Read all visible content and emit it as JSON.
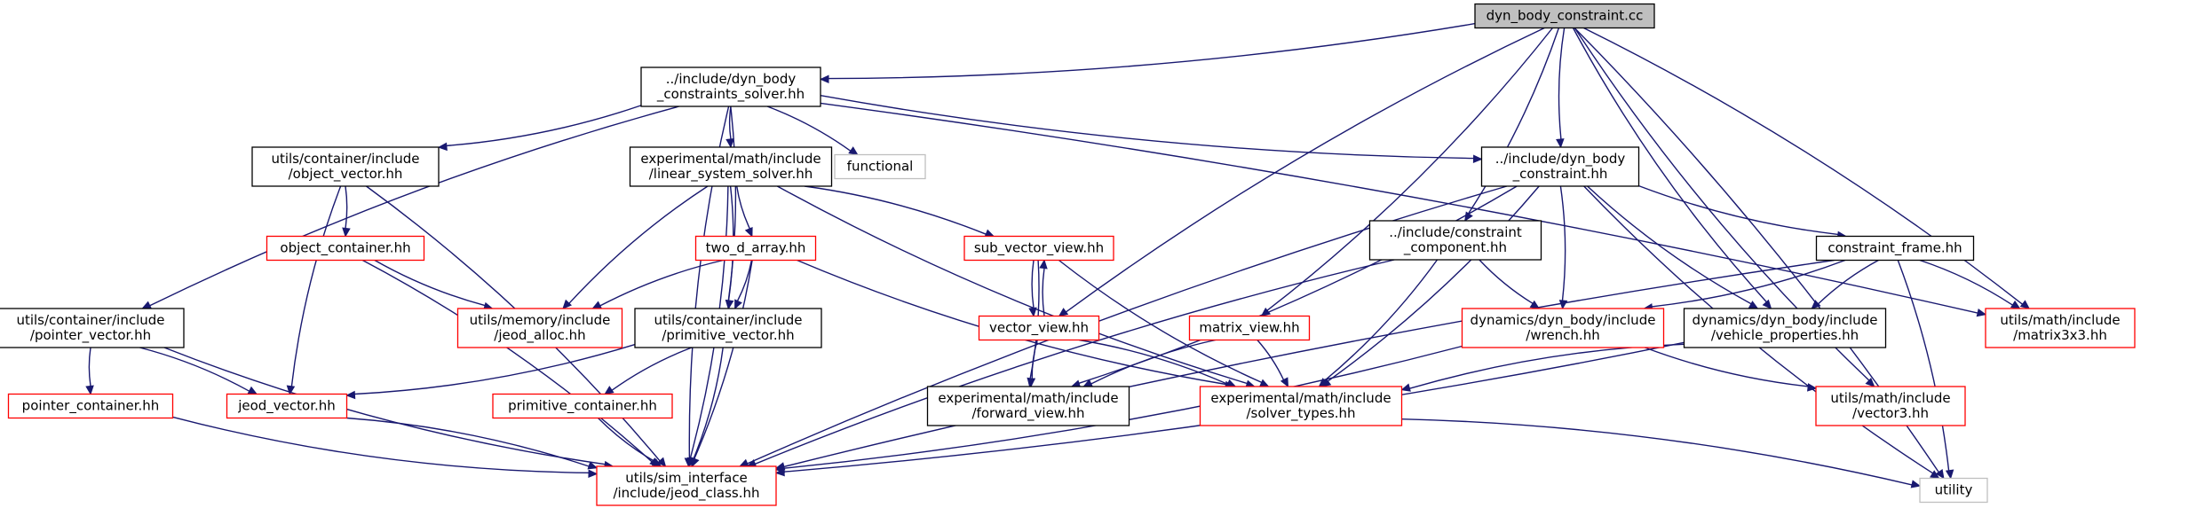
{
  "graph": {
    "colors": {
      "edge": "#191970",
      "root_fill": "#bfbfbf",
      "box_default": "#000000",
      "box_missing": "#ff0000",
      "box_external": "#bfbfbf"
    },
    "nodes": [
      {
        "id": "root",
        "lines": [
          "dyn_body_constraint.cc"
        ],
        "style": "root"
      },
      {
        "id": "dbcs",
        "lines": [
          "../include/dyn_body",
          "_constraints_solver.hh"
        ],
        "style": "default"
      },
      {
        "id": "dbc",
        "lines": [
          "../include/dyn_body",
          "_constraint.hh"
        ],
        "style": "default"
      },
      {
        "id": "ucov",
        "lines": [
          "utils/container/include",
          "/object_vector.hh"
        ],
        "style": "default"
      },
      {
        "id": "lss",
        "lines": [
          "experimental/math/include",
          "/linear_system_solver.hh"
        ],
        "style": "default"
      },
      {
        "id": "func",
        "lines": [
          "functional"
        ],
        "style": "external"
      },
      {
        "id": "cc",
        "lines": [
          "../include/constraint",
          "_component.hh"
        ],
        "style": "default"
      },
      {
        "id": "cf",
        "lines": [
          "constraint_frame.hh"
        ],
        "style": "default"
      },
      {
        "id": "oc",
        "lines": [
          "object_container.hh"
        ],
        "style": "missing"
      },
      {
        "id": "tda",
        "lines": [
          "two_d_array.hh"
        ],
        "style": "missing"
      },
      {
        "id": "svv",
        "lines": [
          "sub_vector_view.hh"
        ],
        "style": "missing"
      },
      {
        "id": "upv",
        "lines": [
          "utils/container/include",
          "/pointer_vector.hh"
        ],
        "style": "default"
      },
      {
        "id": "jalloc",
        "lines": [
          "utils/memory/include",
          "/jeod_alloc.hh"
        ],
        "style": "missing"
      },
      {
        "id": "uprim",
        "lines": [
          "utils/container/include",
          "/primitive_vector.hh"
        ],
        "style": "default"
      },
      {
        "id": "vv",
        "lines": [
          "vector_view.hh"
        ],
        "style": "missing"
      },
      {
        "id": "mv",
        "lines": [
          "matrix_view.hh"
        ],
        "style": "missing"
      },
      {
        "id": "wr",
        "lines": [
          "dynamics/dyn_body/include",
          "/wrench.hh"
        ],
        "style": "missing"
      },
      {
        "id": "vp",
        "lines": [
          "dynamics/dyn_body/include",
          "/vehicle_properties.hh"
        ],
        "style": "default"
      },
      {
        "id": "m3",
        "lines": [
          "utils/math/include",
          "/matrix3x3.hh"
        ],
        "style": "missing"
      },
      {
        "id": "pc",
        "lines": [
          "pointer_container.hh"
        ],
        "style": "missing"
      },
      {
        "id": "jv",
        "lines": [
          "jeod_vector.hh"
        ],
        "style": "missing"
      },
      {
        "id": "primc",
        "lines": [
          "primitive_container.hh"
        ],
        "style": "missing"
      },
      {
        "id": "fv",
        "lines": [
          "experimental/math/include",
          "/forward_view.hh"
        ],
        "style": "default"
      },
      {
        "id": "st",
        "lines": [
          "experimental/math/include",
          "/solver_types.hh"
        ],
        "style": "missing"
      },
      {
        "id": "v3",
        "lines": [
          "utils/math/include",
          "/vector3.hh"
        ],
        "style": "missing"
      },
      {
        "id": "jc",
        "lines": [
          "utils/sim_interface",
          "/include/jeod_class.hh"
        ],
        "style": "missing"
      },
      {
        "id": "util",
        "lines": [
          "utility"
        ],
        "style": "external"
      }
    ],
    "edges": [
      [
        "root",
        "dbcs"
      ],
      [
        "root",
        "dbc"
      ],
      [
        "root",
        "cc"
      ],
      [
        "root",
        "vp"
      ],
      [
        "root",
        "m3"
      ],
      [
        "root",
        "v3"
      ],
      [
        "root",
        "util"
      ],
      [
        "root",
        "vv"
      ],
      [
        "root",
        "mv"
      ],
      [
        "dbcs",
        "dbc"
      ],
      [
        "dbcs",
        "ucov"
      ],
      [
        "dbcs",
        "lss"
      ],
      [
        "dbcs",
        "func"
      ],
      [
        "dbcs",
        "upv"
      ],
      [
        "dbcs",
        "uprim"
      ],
      [
        "dbcs",
        "jc"
      ],
      [
        "dbcs",
        "m3"
      ],
      [
        "dbc",
        "cf"
      ],
      [
        "dbc",
        "wr"
      ],
      [
        "dbc",
        "vp"
      ],
      [
        "dbc",
        "st"
      ],
      [
        "dbc",
        "jc"
      ],
      [
        "dbc",
        "fv"
      ],
      [
        "dbc",
        "util"
      ],
      [
        "ucov",
        "oc"
      ],
      [
        "ucov",
        "jv"
      ],
      [
        "ucov",
        "jc"
      ],
      [
        "lss",
        "tda"
      ],
      [
        "lss",
        "svv"
      ],
      [
        "lss",
        "jalloc"
      ],
      [
        "lss",
        "uprim"
      ],
      [
        "lss",
        "st"
      ],
      [
        "lss",
        "jc"
      ],
      [
        "cc",
        "wr"
      ],
      [
        "cc",
        "st"
      ],
      [
        "cc",
        "jc"
      ],
      [
        "cf",
        "wr"
      ],
      [
        "cf",
        "vp"
      ],
      [
        "cf",
        "m3"
      ],
      [
        "cf",
        "jc"
      ],
      [
        "cf",
        "util"
      ],
      [
        "oc",
        "jalloc"
      ],
      [
        "oc",
        "jc"
      ],
      [
        "tda",
        "jalloc"
      ],
      [
        "tda",
        "uprim"
      ],
      [
        "tda",
        "st"
      ],
      [
        "tda",
        "jc"
      ],
      [
        "svv",
        "vv"
      ],
      [
        "svv",
        "fv"
      ],
      [
        "svv",
        "st"
      ],
      [
        "vv",
        "svv"
      ],
      [
        "vv",
        "fv"
      ],
      [
        "vv",
        "st"
      ],
      [
        "upv",
        "pc"
      ],
      [
        "upv",
        "jv"
      ],
      [
        "upv",
        "jc"
      ],
      [
        "uprim",
        "jv"
      ],
      [
        "uprim",
        "primc"
      ],
      [
        "uprim",
        "jc"
      ],
      [
        "mv",
        "fv"
      ],
      [
        "mv",
        "st"
      ],
      [
        "wr",
        "v3"
      ],
      [
        "wr",
        "jc"
      ],
      [
        "vp",
        "st"
      ],
      [
        "vp",
        "jc"
      ],
      [
        "pc",
        "jc"
      ],
      [
        "jv",
        "jc"
      ],
      [
        "primc",
        "jc"
      ],
      [
        "st",
        "util"
      ]
    ]
  }
}
